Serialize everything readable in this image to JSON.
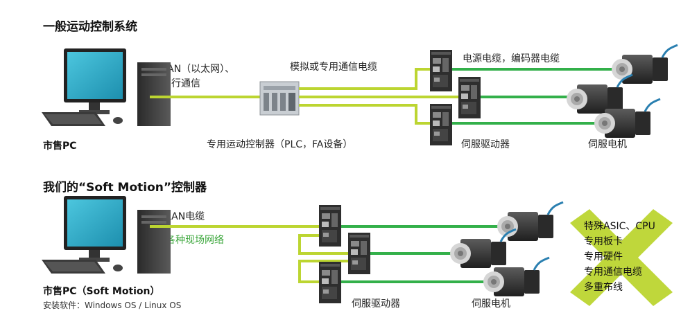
{
  "section1": {
    "title": "一般运动控制系统",
    "pc_label": "市售PC",
    "lan_label_1": "LAN（以太网）、",
    "lan_label_2": "串行通信",
    "cable_label": "模拟或专用通信电缆",
    "controller_label": "专用运动控制器（PLC，FA设备）",
    "power_label": "电源电缆，编码器电缆",
    "driver_label": "伺服驱动器",
    "motor_label": "伺服电机"
  },
  "section2": {
    "title": "我们的“Soft Motion”控制器",
    "lan_label": "LAN电缆",
    "fieldnet_label": "各种现场网络",
    "pc_label": "市售PC（Soft Motion）",
    "pc_sublabel": "安装软件：Windows OS / Linux OS",
    "driver_label": "伺服驱动器",
    "motor_label": "伺服电机",
    "x_items": [
      "特殊ASIC、CPU",
      "专用板卡",
      "专用硬件",
      "专用通信电缆",
      "多重布线"
    ]
  },
  "colors": {
    "yellow_green": "#bcd531",
    "green": "#33b04a",
    "x_mark": "#bcd531",
    "monitor_screen": "#27a7c4"
  }
}
